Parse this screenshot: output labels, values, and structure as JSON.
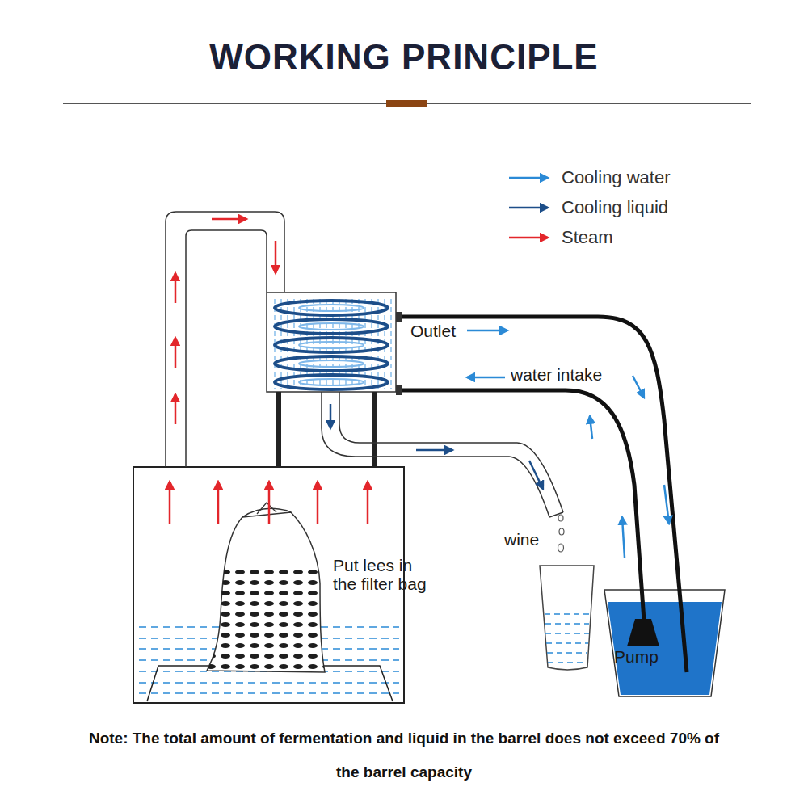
{
  "diagram": {
    "title": "WORKING PRINCIPLE",
    "caption": "Note: The total amount of fermentation and liquid in the barrel does not exceed 70% of the barrel capacity",
    "labels": [
      "Outlet",
      "water intake",
      "wine",
      "Put lees in the filter bag",
      "Pump"
    ],
    "legend": [
      {
        "text": "Cooling water"
      },
      {
        "text": "Cooling liquid"
      },
      {
        "text": "Steam"
      }
    ]
  }
}
